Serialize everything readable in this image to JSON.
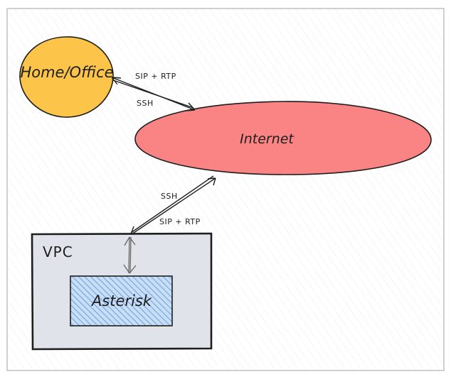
{
  "nodes": {
    "home_office": {
      "label": "Home/Office",
      "color": "#fcc54a"
    },
    "internet": {
      "label": "Internet",
      "color": "#fa8383"
    },
    "vpc": {
      "label": "VPC",
      "color": "#e0e4ea"
    },
    "asterisk": {
      "label": "Asterisk",
      "color": "#a5c8ef"
    }
  },
  "edges": {
    "home_internet": {
      "label_top": "SIP + RTP",
      "label_bottom": "SSH"
    },
    "internet_vpc": {
      "label_top": "SSH",
      "label_bottom": "SIP + RTP"
    }
  }
}
